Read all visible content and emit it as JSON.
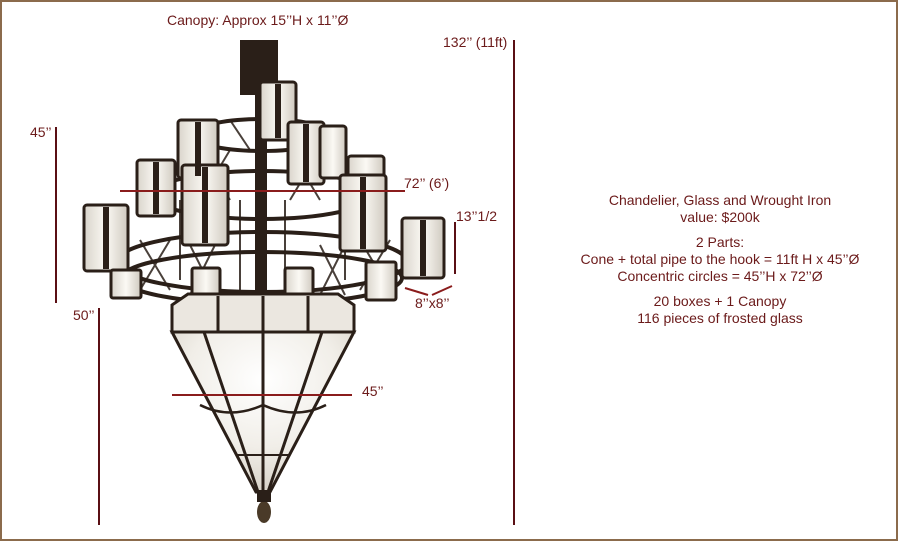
{
  "colors": {
    "frame": "#8b6b4c",
    "label_text": "#6b1a1a",
    "dimension_line": "#5a0f14",
    "iron": "#2a1f18",
    "glass": "#efece6"
  },
  "labels": {
    "canopy": "Canopy: Approx 15’’H x 11’’Ø",
    "total_height": "132’’ (11ft)",
    "upper_height": "45’’",
    "cone_height": "50’’",
    "ring_diameter": "72’’ (6’)",
    "box_height": "13’’1/2",
    "box_size": "8’’x8’’",
    "cone_diameter": "45’’"
  },
  "info": {
    "title": "Chandelier, Glass and Wrought Iron",
    "value": "value: $200k",
    "parts_heading": "2 Parts:",
    "part_1": "Cone + total pipe to the hook = 11ft H x 45’’Ø",
    "part_2": "Concentric circles = 45’’H x 72’’Ø",
    "boxes": "20 boxes + 1 Canopy",
    "glass": "116 pieces of frosted glass"
  },
  "icons": {
    "chandelier": "chandelier-illustration"
  }
}
